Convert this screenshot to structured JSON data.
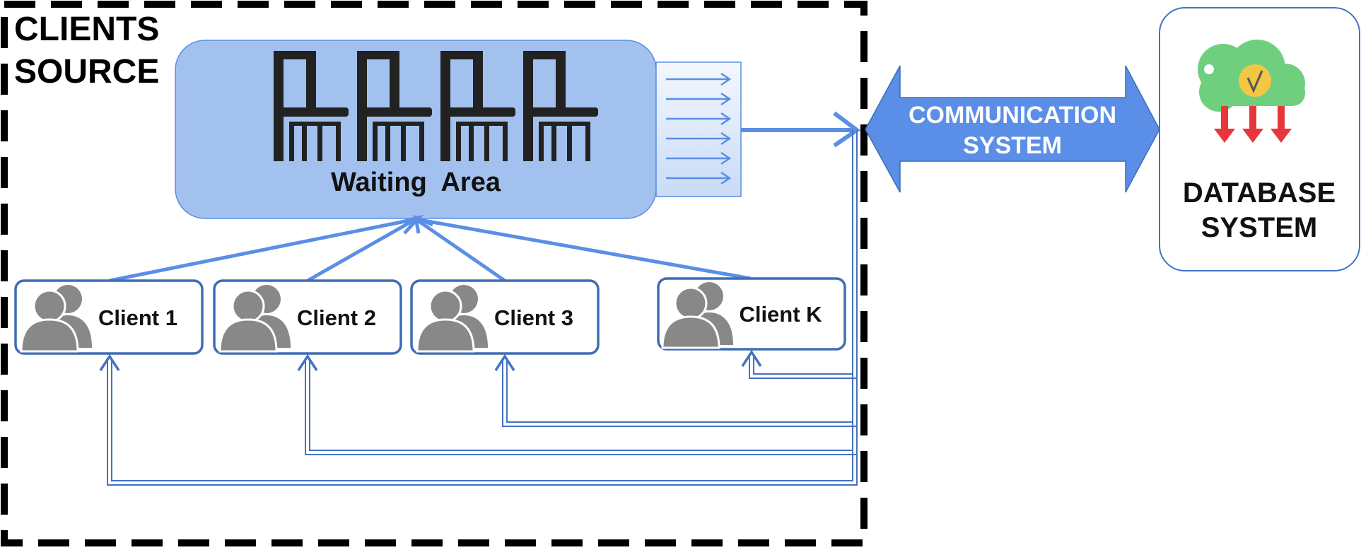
{
  "clients_source": {
    "title_line1": "CLIENTS",
    "title_line2": "SOURCE"
  },
  "waiting_area": {
    "label": "Waiting  Area"
  },
  "clients": [
    {
      "label": "Client 1"
    },
    {
      "label": "Client 2"
    },
    {
      "label": "Client 3"
    },
    {
      "label": "Client K"
    }
  ],
  "communication_system": {
    "line1": "COMMUNICATION",
    "line2": "SYSTEM"
  },
  "database_system": {
    "line1": "DATABASE",
    "line2": "SYSTEM"
  },
  "colors": {
    "waiting_fill": "#a3c1ef",
    "arrow_blue": "#5b8ee6",
    "feedback_blue": "#4472c4",
    "client_border": "#3f6db4",
    "person_gray": "#888888",
    "cloud_green": "#6fcf7f",
    "check_yellow": "#f3c743",
    "down_arrow_red": "#e8363d"
  },
  "icons": {
    "chairs": "chair-icon",
    "clients": "users-icon",
    "database": "cloud-download-icon"
  }
}
